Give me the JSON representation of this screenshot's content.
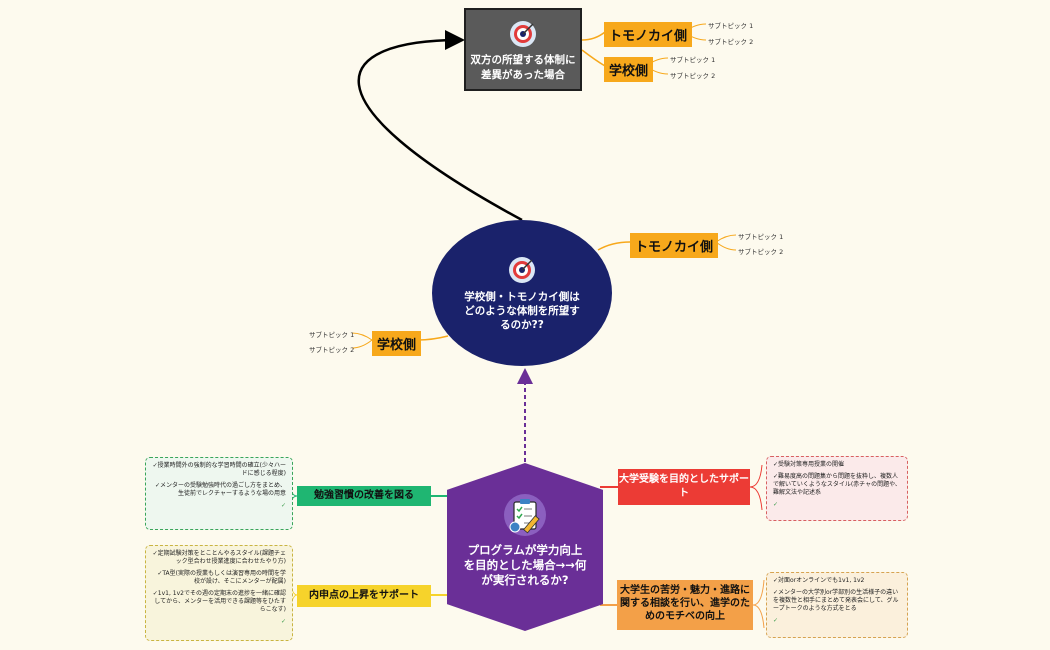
{
  "top_node": {
    "title": "双方の所望する体制に差異があった場合",
    "icon": "target-icon"
  },
  "top_branches": [
    {
      "label": "トモノカイ側",
      "subs": [
        "サブトピック 1",
        "サブトピック 2"
      ]
    },
    {
      "label": "学校側",
      "subs": [
        "サブトピック 1",
        "サブトピック 2"
      ]
    }
  ],
  "center_node": {
    "title": "学校側・トモノカイ側はどのような体制を所望するのか??",
    "icon": "target-icon"
  },
  "center_branches": {
    "right": {
      "label": "トモノカイ側",
      "subs": [
        "サブトピック 1",
        "サブトピック 2"
      ]
    },
    "left": {
      "label": "学校側",
      "subs": [
        "サブトピック 1",
        "サブトピック 2"
      ]
    }
  },
  "root_node": {
    "title": "プログラムが学力向上を目的とした場合→→何が実行されるか?",
    "icon": "checklist-icon"
  },
  "branches": {
    "green": {
      "label": "勉強習慣の改善を図る",
      "notes": [
        "✓授業時間外の強制的な学習時間の確立(少々ハードに感じる程度)",
        "✓メンターの受験勉強時代の過ごし方をまとめ、生徒前でレクチャーするような場の用意",
        "✓"
      ]
    },
    "yellow": {
      "label": "内申点の上昇をサポート",
      "notes": [
        "✓定期試験対策をとことんやるスタイル(課題チェック型合わせ授業進度に合わせたやり方)",
        "✓TA型(実際の授業もしくは演習専用の時間を学校が設け、そこにメンターが配属)",
        "✓1v1, 1v2でその週の定期末の進捗を一緒に確認してから、メンターを活用できる課題等をひたすらこなす)",
        "✓"
      ]
    },
    "red": {
      "label": "大学受験を目的としたサポート",
      "notes": [
        "✓受験対策専用授業の開催",
        "✓難易度高の問題集から問題を抜粋し、複数人で解いていくようなスタイル(赤チャの問題や、難解文法や記述系",
        "✓"
      ]
    },
    "orange": {
      "label": "大学生の苦労・魅力・進路に関する相談を行い、進学のためのモチベの向上",
      "notes": [
        "✓対面orオンラインでも1v1, 1v2",
        "✓メンターの大学別or学部別の生活様子の違いを複数性と相手にまとめて発表会にして、グループトークのような方式をとる",
        "✓"
      ]
    }
  },
  "colors": {
    "background": "#fdfaee",
    "ellipse": "#1a226b",
    "hexagon": "#6a2f97",
    "top_box": "#5a5a5a",
    "accent_orange": "#f7a81b"
  }
}
